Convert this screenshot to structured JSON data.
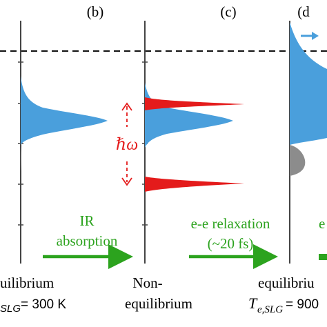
{
  "panels": {
    "b": {
      "label": "(b)",
      "caption_line1": "uilibrium",
      "caption_line2_sub": "SLG",
      "caption_line2_value": "= 300 K"
    },
    "c": {
      "label": "(c)",
      "caption_line1": "Non-",
      "caption_line2": "equilibrium"
    },
    "d": {
      "label": "(d",
      "caption_line1": "equilibriu",
      "caption_line2_symbol": "T",
      "caption_line2_sub": "e,SLG",
      "caption_line2_value": "= 900"
    }
  },
  "annotations": {
    "photon_energy": "ℏω",
    "ir_line1": "IR",
    "ir_line2": "absorption",
    "ee_line1": "e-e relaxation",
    "ee_line2": "(~20 fs)",
    "cut_d": "e"
  },
  "colors": {
    "blue": "#4a9fdc",
    "red": "#e41b1b",
    "green": "#2ca31e",
    "gray": "#8c8c8c",
    "axis": "#444444",
    "dashed": "#111111"
  }
}
